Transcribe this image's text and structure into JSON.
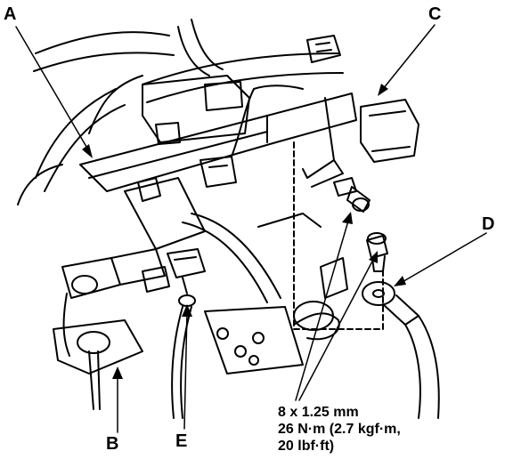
{
  "callouts": {
    "a": "A",
    "b": "B",
    "c": "C",
    "d": "D",
    "e": "E"
  },
  "torque_spec": {
    "line1": "8 x 1.25 mm",
    "line2": "26 N·m (2.7 kgf·m,",
    "line3": "20 lbf·ft)"
  }
}
